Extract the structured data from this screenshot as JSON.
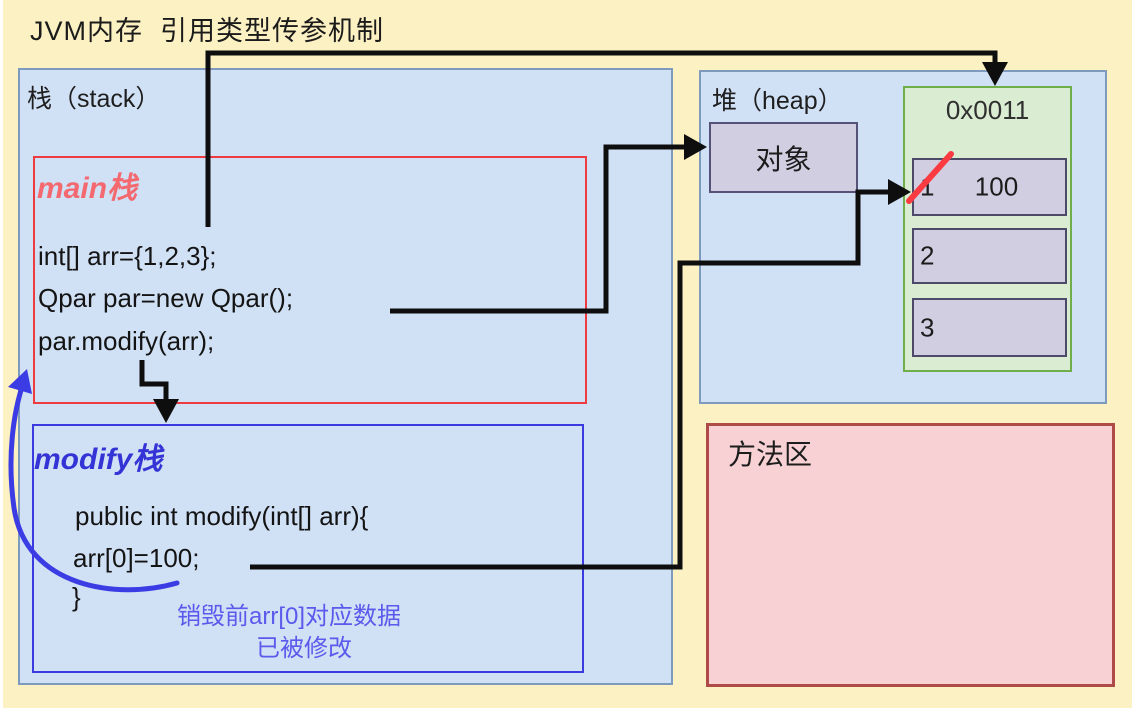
{
  "title": "JVM内存  引用类型传参机制",
  "stack": {
    "label": "栈（stack）",
    "main_frame": {
      "label": "main栈",
      "code": [
        "int[] arr={1,2,3};",
        "Qpar par=new Qpar();",
        "par.modify(arr);"
      ]
    },
    "modify_frame": {
      "label": "modify栈",
      "code": [
        "public int modify(int[] arr){",
        "arr[0]=100;",
        "}"
      ],
      "annotation": [
        "销毁前arr[0]对应数据",
        "已被修改"
      ]
    }
  },
  "heap": {
    "label": "堆（heap）",
    "object_label": "对象",
    "array": {
      "address": "0x0011",
      "cells": [
        {
          "index": "1",
          "value": "100",
          "struck": true
        },
        {
          "index": "2",
          "value": "",
          "struck": false
        },
        {
          "index": "3",
          "value": "",
          "struck": false
        }
      ]
    }
  },
  "method_area": {
    "label": "方法区"
  },
  "colors": {
    "background": "#fcf1c3",
    "memory_fill": "#d0e0f5",
    "memory_border": "#7e9abc",
    "main_frame_border": "#ee3b40",
    "main_label": "#f4696f",
    "modify_frame_border": "#3a3ae0",
    "modify_label": "#3434d6",
    "annotation_text": "#5a5aec",
    "object_fill": "#d1cee1",
    "array_fill": "#daecd2",
    "array_border": "#6fae4b",
    "method_area_fill": "#f7d1d4",
    "method_area_border": "#ae4a48",
    "arrow_black": "#0e0e0e",
    "arrow_blue": "#3c3ce4",
    "strike_red": "#fb3a42"
  }
}
